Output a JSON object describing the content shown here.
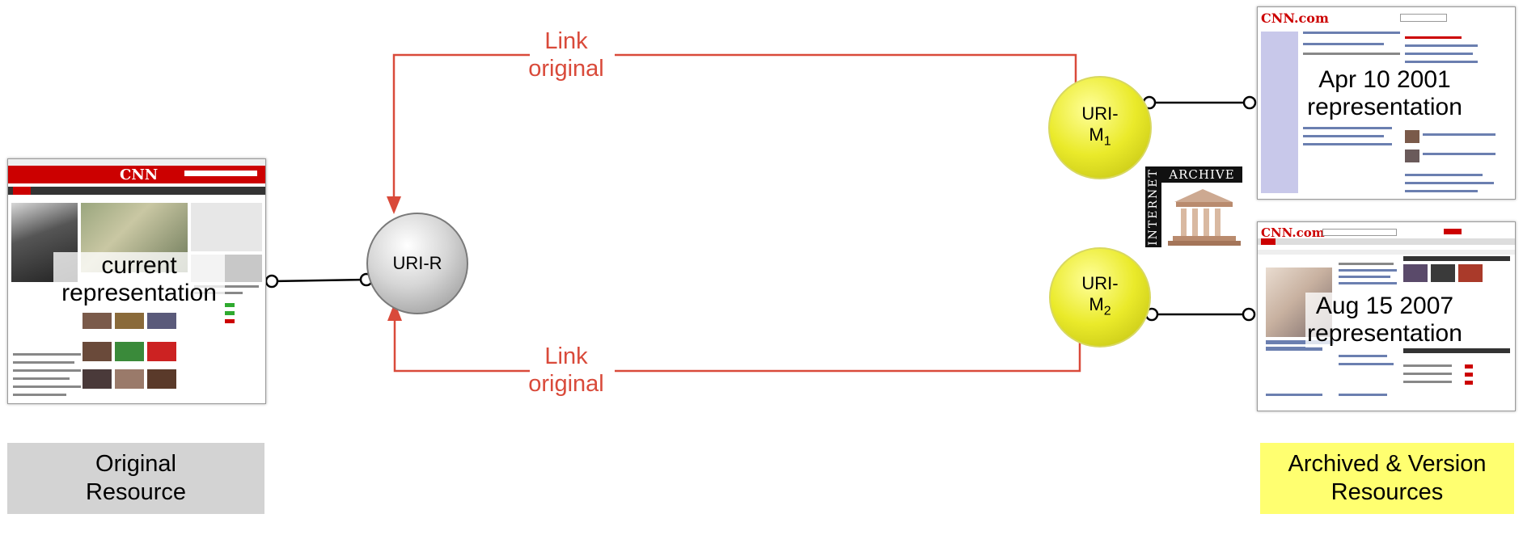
{
  "links": [
    {
      "id": "top",
      "line1": "Link",
      "line2": "original"
    },
    {
      "id": "bottom",
      "line1": "Link",
      "line2": "original"
    }
  ],
  "original": {
    "uri": "URI-R",
    "thumb_line1": "current",
    "thumb_line2": "representation",
    "thumb_site": "CNN",
    "caption_line1": "Original",
    "caption_line2": "Resource"
  },
  "mementos": [
    {
      "uri_prefix": "URI-",
      "uri_main": "M",
      "uri_sub": "1",
      "date": "Apr 10 2001",
      "repr": "representation",
      "site": "CNN.com"
    },
    {
      "uri_prefix": "URI-",
      "uri_main": "M",
      "uri_sub": "2",
      "date": "Aug 15 2007",
      "repr": "representation",
      "site": "CNN.com"
    }
  ],
  "archive": {
    "vertical": "INTERNET",
    "horizontal": "ARCHIVE"
  },
  "archived_caption": {
    "line1": "Archived & Version",
    "line2": "Resources"
  },
  "colors": {
    "link": "#d94a3a",
    "uri_r": "#cfcfcf",
    "uri_m": "#e8e82a",
    "original_caption_bg": "#d3d3d3",
    "archived_caption_bg": "#ffff70",
    "cnn_red": "#cc0000"
  }
}
